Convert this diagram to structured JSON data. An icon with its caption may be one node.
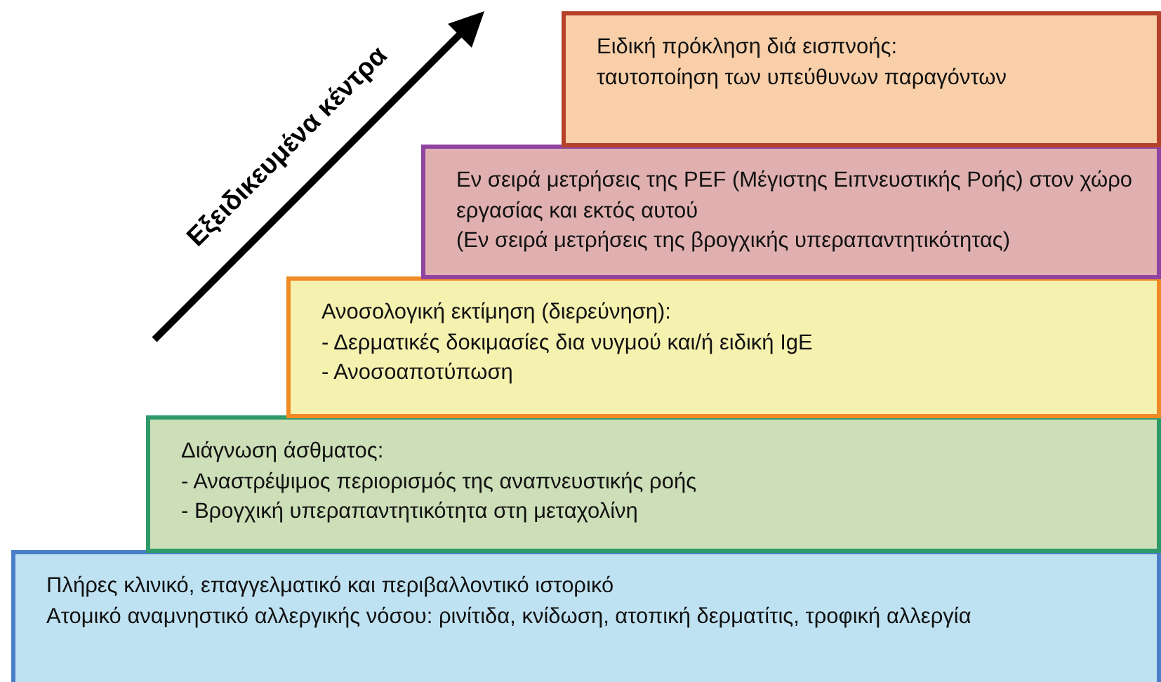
{
  "diagram": {
    "nodes": [
      {
        "text": [
          "Ειδική πρόκληση διά εισπνοής:",
          "ταυτοποίηση των υπεύθυνων παραγόντων"
        ]
      },
      {
        "text": [
          "Εν σειρά μετρήσεις της PEF (Μέγιστης Ειπνευστικής Ροής) στον χώρο εργασίας και εκτός αυτού",
          "(Εν σειρά μετρήσεις της βρογχικής υπεραπαντητικότητας)"
        ]
      },
      {
        "text": [
          "Ανοσολογική εκτίμηση (διερεύνηση):",
          "- Δερματικές δοκιμασίες δια νυγμού και/ή ειδική IgE",
          "- Ανοσοαποτύπωση"
        ]
      },
      {
        "text": [
          "Διάγνωση άσθματος:",
          "- Αναστρέψιμος περιορισμός της αναπνευστικής ροής",
          "- Βρογχική υπεραπαντητικότητα στη μεταχολίνη"
        ]
      },
      {
        "text": [
          "Πλήρες κλινικό, επαγγελματικό και περιβαλλοντικό ιστορικό",
          "Ατομικό αναμνηστικό αλλεργικής νόσου: ρινίτιδα, κνίδωση, ατοπική δερματίτις, τροφική αλλεργία"
        ]
      }
    ],
    "edges": [],
    "labels": [
      "Εξειδικευμένα κέντρα"
    ]
  }
}
